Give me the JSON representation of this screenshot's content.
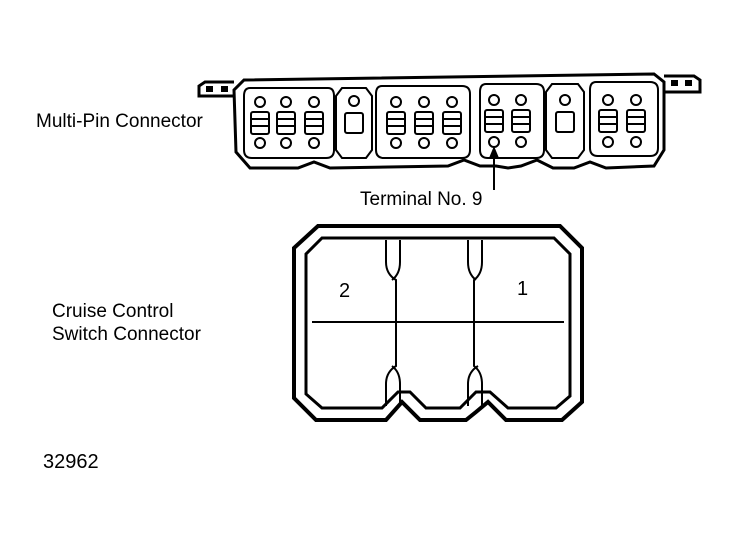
{
  "labels": {
    "multi_pin_connector": "Multi-Pin Connector",
    "terminal": "Terminal No. 9",
    "cruise_line1": "Cruise Control",
    "cruise_line2": "Switch Connector",
    "pin_2": "2",
    "pin_1": "1",
    "figure_code": "32962"
  },
  "colors": {
    "ink": "#000000",
    "paper": "#ffffff"
  }
}
